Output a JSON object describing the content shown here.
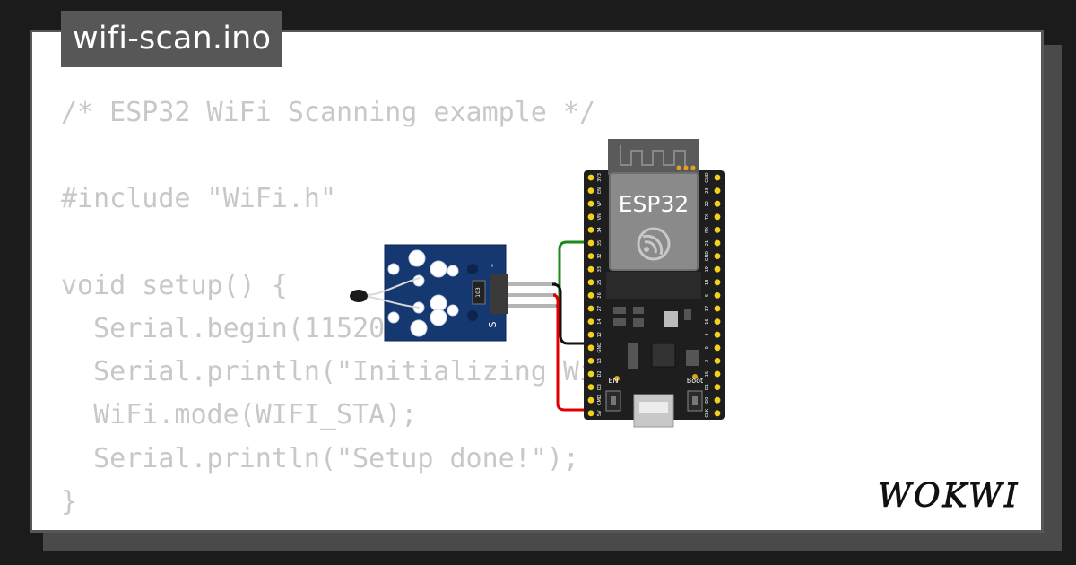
{
  "project": {
    "filename": "wifi-scan.ino"
  },
  "code": {
    "lines": [
      "/* ESP32 WiFi Scanning example */",
      "",
      "#include \"WiFi.h\"",
      "",
      "void setup() {",
      "  Serial.begin(115200);",
      "  Serial.println(\"Initializing WiFi...\");",
      "  WiFi.mode(WIFI_STA);",
      "  Serial.println(\"Setup done!\");",
      "}"
    ]
  },
  "board": {
    "chip_label": "ESP32",
    "left_pins": [
      "3V3",
      "EN",
      "VP",
      "VN",
      "34",
      "35",
      "32",
      "33",
      "25",
      "26",
      "27",
      "14",
      "12",
      "GND",
      "13",
      "D2",
      "D3",
      "CMD",
      "5V"
    ],
    "right_pins": [
      "GND",
      "23",
      "22",
      "TX",
      "RX",
      "21",
      "GND",
      "19",
      "18",
      "5",
      "17",
      "16",
      "4",
      "0",
      "2",
      "15",
      "D1",
      "D0",
      "CLK"
    ],
    "button_en": "EN",
    "button_boot": "Boot"
  },
  "sensor": {
    "minus_label": "-",
    "signal_label": "S",
    "resistor_label": "103"
  },
  "wires": {
    "colors": {
      "signal": "#1a8a1a",
      "ground": "#111111",
      "power": "#e00000"
    }
  },
  "brand": {
    "logo_text": "WOKWI"
  }
}
